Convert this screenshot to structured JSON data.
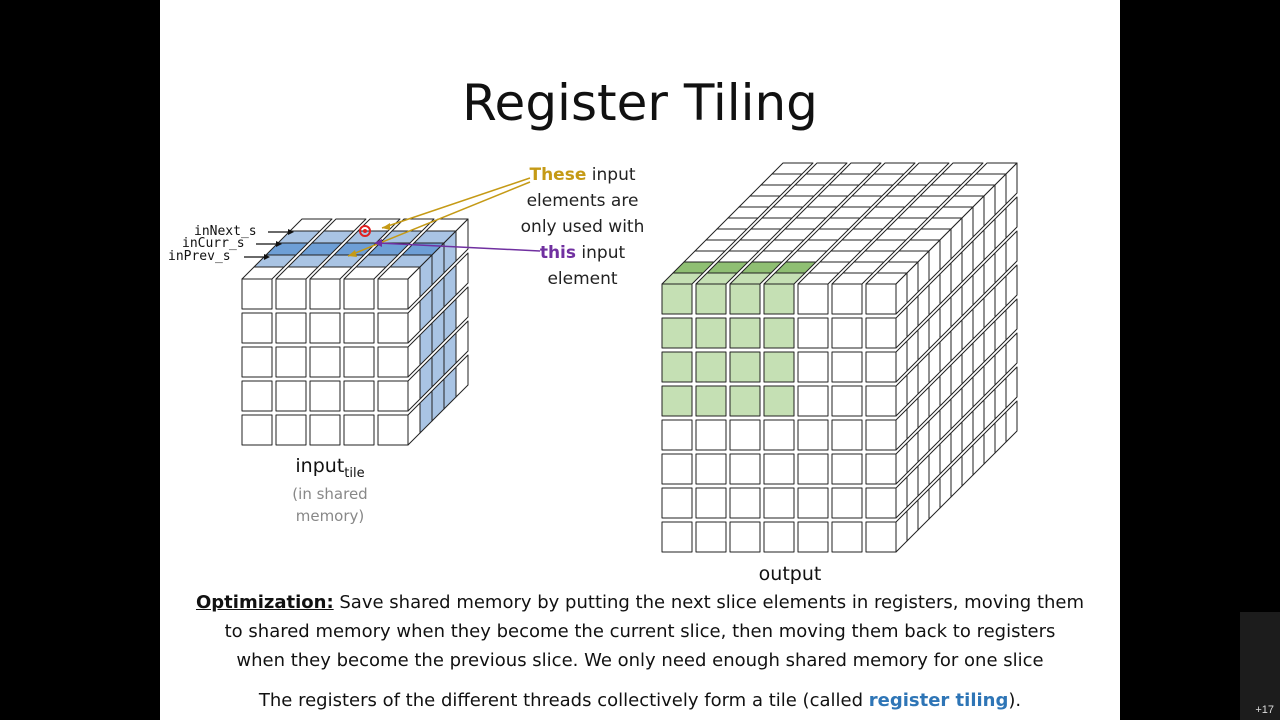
{
  "slide": {
    "title": "Register Tiling",
    "labels": {
      "in_next": "inNext_s",
      "in_curr": "inCurr_s",
      "in_prev": "inPrev_s"
    },
    "annotation": {
      "these": "These",
      "line1_rest": " input",
      "line2": "elements are",
      "line3": "only used with",
      "this": "this",
      "line4_rest": " input",
      "line5": "element"
    },
    "input_caption": {
      "main": "input",
      "sub": "tile",
      "note_line1": "(in shared",
      "note_line2": "memory)"
    },
    "output_caption": "output",
    "optimization": {
      "heading": "Optimization:",
      "line1": " Save shared memory by putting the next slice elements in registers, moving them",
      "line2": "to shared memory when they become the current slice, then moving them back to registers",
      "line3": "when they become the previous slice. We only need enough shared memory for one slice"
    },
    "footer": {
      "prefix": "The registers of the different threads collectively form a tile (called ",
      "highlight": "register tiling",
      "suffix": ")."
    },
    "colors": {
      "gold": "#c59a16",
      "purple": "#7030a0",
      "blue_highlight": "#2e75b6",
      "input_blue": "#a9c4e4",
      "input_blue_dark": "#6e9fd6",
      "output_green": "#c5e0b4",
      "output_green_dark": "#8fbf73"
    }
  },
  "viewer": {
    "counter": "+17"
  }
}
